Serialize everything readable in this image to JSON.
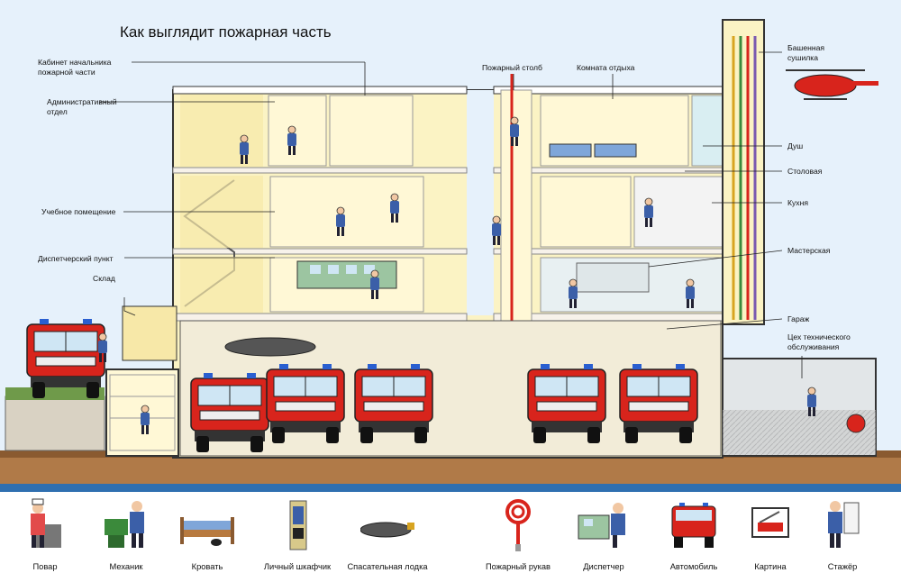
{
  "title": "Как выглядит пожарная часть",
  "labels": {
    "chief_office": "Кабинет начальника\nпожарной части",
    "admin_dept": "Административный\nотдел",
    "training_room": "Учебное помещение",
    "dispatch_point": "Диспетчерский пункт",
    "storage": "Склад",
    "fire_pole": "Пожарный столб",
    "rest_room": "Комната отдыха",
    "tower_dryer": "Башенная\nсушилка",
    "shower": "Душ",
    "dining_room": "Столовая",
    "kitchen": "Кухня",
    "workshop": "Мастерская",
    "garage": "Гараж",
    "maintenance_shop": "Цех технического\nобслуживания"
  },
  "legend": [
    {
      "label": "Повар",
      "icon": "cook-icon"
    },
    {
      "label": "Механик",
      "icon": "mechanic-icon"
    },
    {
      "label": "Кровать",
      "icon": "bed-icon"
    },
    {
      "label": "Личный шкафчик",
      "icon": "locker-icon"
    },
    {
      "label": "Спасательная лодка",
      "icon": "rescue-boat-icon"
    },
    {
      "label": "Пожарный рукав",
      "icon": "fire-hose-icon"
    },
    {
      "label": "Диспетчер",
      "icon": "dispatcher-icon"
    },
    {
      "label": "Автомобиль",
      "icon": "fire-truck-icon"
    },
    {
      "label": "Картина",
      "icon": "picture-icon"
    },
    {
      "label": "Стажёр",
      "icon": "trainee-icon"
    }
  ],
  "colors": {
    "sky": "#e6f1fb",
    "wall": "#fbf3c4",
    "truck_red": "#d8241c",
    "strip_blue": "#2f6fb0",
    "ground": "#b07a48"
  }
}
